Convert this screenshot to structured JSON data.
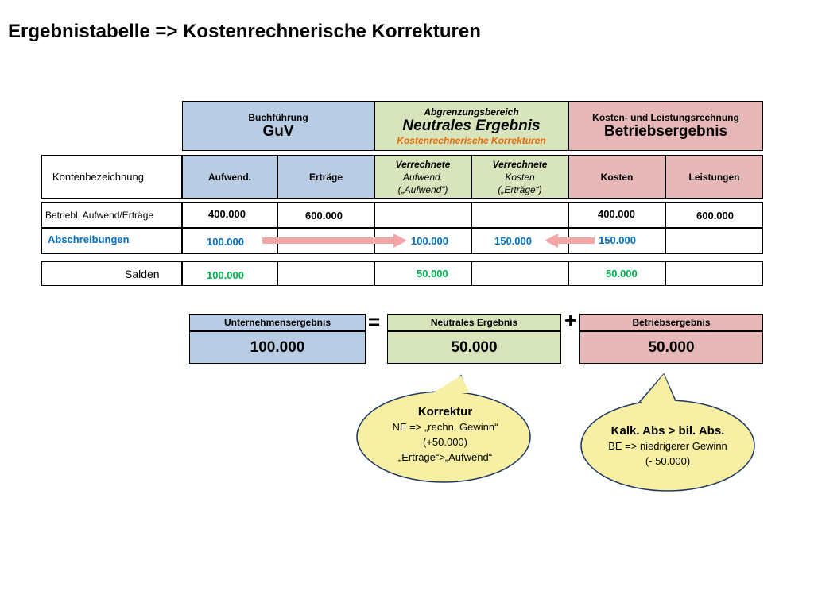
{
  "title": "Ergebnistabelle => Kostenrechnerische Korrekturen",
  "headers": {
    "guv": {
      "small": "Buchführung",
      "big": "GuV"
    },
    "neutral": {
      "small": "Abgrenzungsbereich",
      "big": "Neutrales Ergebnis",
      "sub": "Kostenrechnerische Korrekturen"
    },
    "betrieb": {
      "small": "Kosten- und Leistungsrechnung",
      "big": "Betriebsergebnis"
    }
  },
  "columns": {
    "konten": "Kontenbezeichnung",
    "aufwend": "Aufwend.",
    "ertraege": "Erträge",
    "verr_aufwend": {
      "line1": "Verrechnete",
      "line2": "Aufwend.",
      "line3": "(„Aufwend“)"
    },
    "verr_kosten": {
      "line1": "Verrechnete",
      "line2": "Kosten",
      "line3": "(„Erträge“)"
    },
    "kosten": "Kosten",
    "leistungen": "Leistungen"
  },
  "rows": {
    "betrieb": {
      "label": "Betriebl. Aufwend/Erträge",
      "aufwend": "400.000",
      "ertraege": "600.000",
      "kosten": "400.000",
      "leistungen": "600.000"
    },
    "abschreibungen": {
      "label": "Abschreibungen",
      "aufwend": "100.000",
      "verr_aufwend": "100.000",
      "verr_kosten": "150.000",
      "kosten": "150.000"
    },
    "salden": {
      "label": "Salden",
      "aufwend": "100.000",
      "verr_aufwend": "50.000",
      "kosten": "50.000"
    }
  },
  "results": {
    "unternehmen": {
      "label": "Unternehmensergebnis",
      "value": "100.000"
    },
    "equals": "=",
    "neutral": {
      "label": "Neutrales Ergebnis",
      "value": "50.000"
    },
    "plus": "+",
    "betrieb": {
      "label": "Betriebsergebnis",
      "value": "50.000"
    }
  },
  "callouts": {
    "left": {
      "title": "Korrektur",
      "line1": "NE =>  „rechn. Gewinn“",
      "line2": "(+50.000)",
      "line3": "„Erträge“>„Aufwend“"
    },
    "right": {
      "title": "Kalk. Abs > bil. Abs.",
      "line1": "BE => niedrigerer Gewinn",
      "line2": "(- 50.000)"
    }
  },
  "colors": {
    "blue": "#b8cce4",
    "green": "#d7e4bc",
    "red": "#e6b8b7",
    "orange": "#e36c09",
    "value_blue": "#0070c0",
    "value_green": "#00b050",
    "arrow": "#f4a6a6",
    "callout": "#f7f0a4"
  }
}
